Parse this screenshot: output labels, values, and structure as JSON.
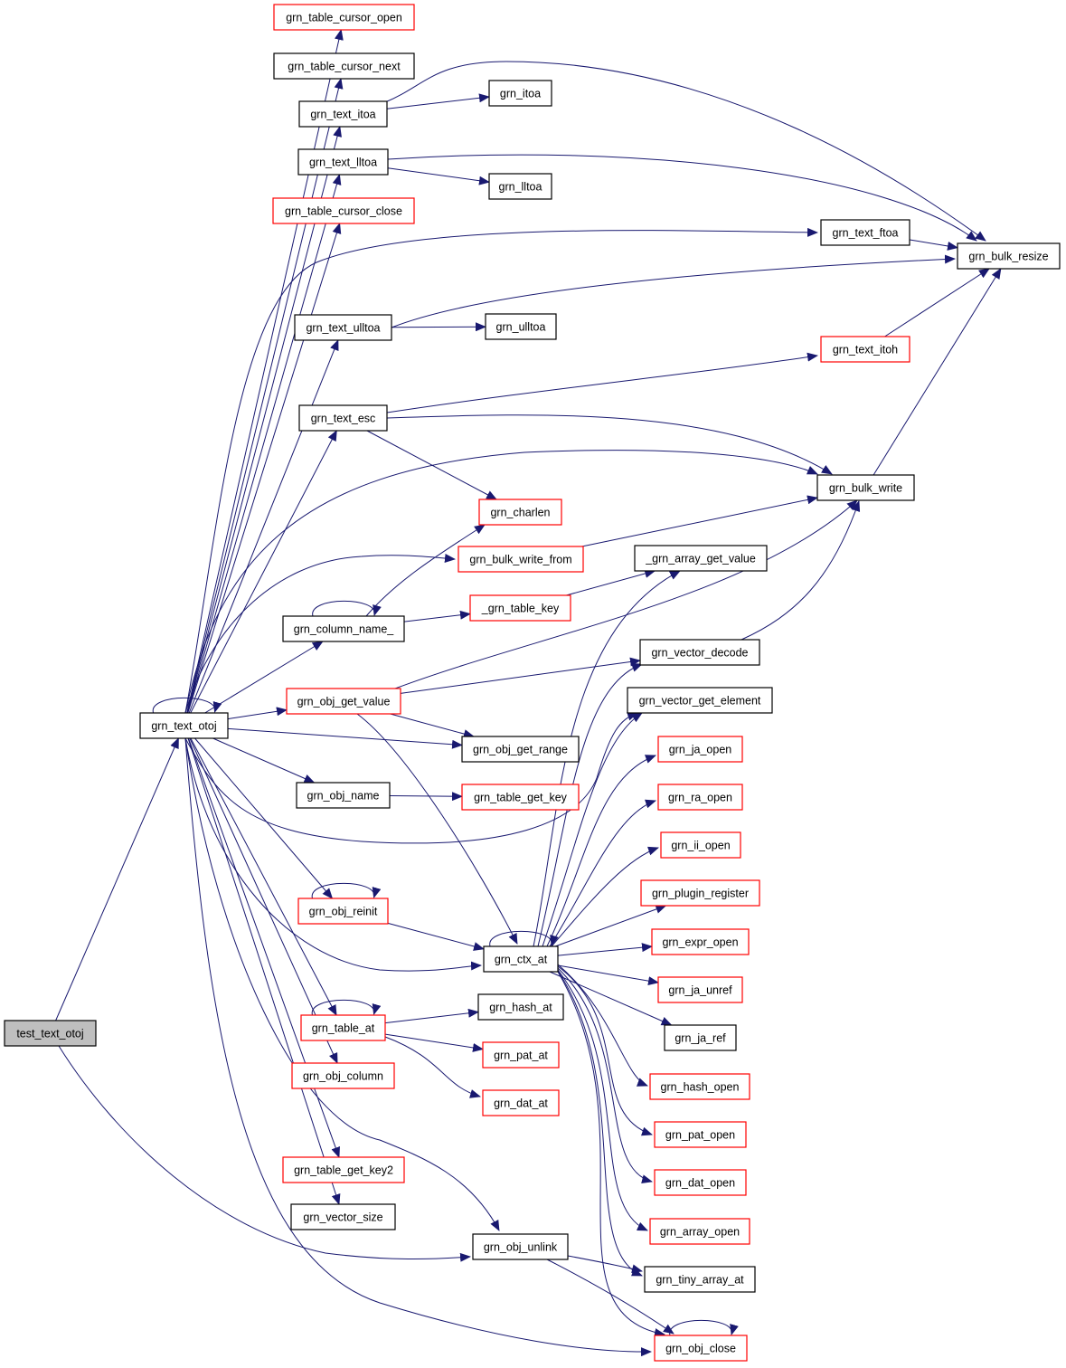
{
  "colors": {
    "edge": "#191970",
    "border_documented": "#000000",
    "border_undocumented": "#ff0000",
    "root_fill": "#bfbfbf",
    "node_fill": "#ffffff"
  },
  "nodes": [
    {
      "id": "test_text_otoj",
      "label": "test_text_otoj",
      "kind": "root"
    },
    {
      "id": "grn_text_otoj",
      "label": "grn_text_otoj",
      "kind": "normal"
    },
    {
      "id": "grn_table_cursor_open",
      "label": "grn_table_cursor_open",
      "kind": "red"
    },
    {
      "id": "grn_table_cursor_next",
      "label": "grn_table_cursor_next",
      "kind": "normal"
    },
    {
      "id": "grn_text_itoa",
      "label": "grn_text_itoa",
      "kind": "normal"
    },
    {
      "id": "grn_itoa",
      "label": "grn_itoa",
      "kind": "normal"
    },
    {
      "id": "grn_text_lltoa",
      "label": "grn_text_lltoa",
      "kind": "normal"
    },
    {
      "id": "grn_lltoa",
      "label": "grn_lltoa",
      "kind": "normal"
    },
    {
      "id": "grn_table_cursor_close",
      "label": "grn_table_cursor_close",
      "kind": "red"
    },
    {
      "id": "grn_text_ftoa",
      "label": "grn_text_ftoa",
      "kind": "normal"
    },
    {
      "id": "grn_bulk_resize",
      "label": "grn_bulk_resize",
      "kind": "normal"
    },
    {
      "id": "grn_text_ulltoa",
      "label": "grn_text_ulltoa",
      "kind": "normal"
    },
    {
      "id": "grn_ulltoa",
      "label": "grn_ulltoa",
      "kind": "normal"
    },
    {
      "id": "grn_text_itoh",
      "label": "grn_text_itoh",
      "kind": "red"
    },
    {
      "id": "grn_text_esc",
      "label": "grn_text_esc",
      "kind": "normal"
    },
    {
      "id": "grn_bulk_write",
      "label": "grn_bulk_write",
      "kind": "normal"
    },
    {
      "id": "grn_charlen",
      "label": "grn_charlen",
      "kind": "red"
    },
    {
      "id": "grn_bulk_write_from",
      "label": "grn_bulk_write_from",
      "kind": "red"
    },
    {
      "id": "_grn_array_get_value",
      "label": "_grn_array_get_value",
      "kind": "normal"
    },
    {
      "id": "grn_column_name_",
      "label": "grn_column_name_",
      "kind": "normal"
    },
    {
      "id": "_grn_table_key",
      "label": "_grn_table_key",
      "kind": "red"
    },
    {
      "id": "grn_vector_decode",
      "label": "grn_vector_decode",
      "kind": "normal"
    },
    {
      "id": "grn_obj_get_value",
      "label": "grn_obj_get_value",
      "kind": "red"
    },
    {
      "id": "grn_vector_get_element",
      "label": "grn_vector_get_element",
      "kind": "normal"
    },
    {
      "id": "grn_obj_get_range",
      "label": "grn_obj_get_range",
      "kind": "normal"
    },
    {
      "id": "grn_ja_open",
      "label": "grn_ja_open",
      "kind": "red"
    },
    {
      "id": "grn_obj_name",
      "label": "grn_obj_name",
      "kind": "normal"
    },
    {
      "id": "grn_table_get_key",
      "label": "grn_table_get_key",
      "kind": "red"
    },
    {
      "id": "grn_ra_open",
      "label": "grn_ra_open",
      "kind": "red"
    },
    {
      "id": "grn_ii_open",
      "label": "grn_ii_open",
      "kind": "red"
    },
    {
      "id": "grn_plugin_register",
      "label": "grn_plugin_register",
      "kind": "red"
    },
    {
      "id": "grn_obj_reinit",
      "label": "grn_obj_reinit",
      "kind": "red"
    },
    {
      "id": "grn_ctx_at",
      "label": "grn_ctx_at",
      "kind": "normal"
    },
    {
      "id": "grn_expr_open",
      "label": "grn_expr_open",
      "kind": "red"
    },
    {
      "id": "grn_ja_unref",
      "label": "grn_ja_unref",
      "kind": "red"
    },
    {
      "id": "grn_hash_at",
      "label": "grn_hash_at",
      "kind": "normal"
    },
    {
      "id": "grn_table_at",
      "label": "grn_table_at",
      "kind": "red"
    },
    {
      "id": "grn_ja_ref",
      "label": "grn_ja_ref",
      "kind": "normal"
    },
    {
      "id": "grn_pat_at",
      "label": "grn_pat_at",
      "kind": "red"
    },
    {
      "id": "grn_obj_column",
      "label": "grn_obj_column",
      "kind": "red"
    },
    {
      "id": "grn_hash_open",
      "label": "grn_hash_open",
      "kind": "red"
    },
    {
      "id": "grn_dat_at",
      "label": "grn_dat_at",
      "kind": "red"
    },
    {
      "id": "grn_pat_open",
      "label": "grn_pat_open",
      "kind": "red"
    },
    {
      "id": "grn_table_get_key2",
      "label": "grn_table_get_key2",
      "kind": "red"
    },
    {
      "id": "grn_dat_open",
      "label": "grn_dat_open",
      "kind": "red"
    },
    {
      "id": "grn_vector_size",
      "label": "grn_vector_size",
      "kind": "normal"
    },
    {
      "id": "grn_array_open",
      "label": "grn_array_open",
      "kind": "red"
    },
    {
      "id": "grn_obj_unlink",
      "label": "grn_obj_unlink",
      "kind": "normal"
    },
    {
      "id": "grn_tiny_array_at",
      "label": "grn_tiny_array_at",
      "kind": "normal"
    },
    {
      "id": "grn_obj_close",
      "label": "grn_obj_close",
      "kind": "red"
    }
  ],
  "edges": [
    [
      "test_text_otoj",
      "grn_text_otoj"
    ],
    [
      "test_text_otoj",
      "grn_obj_unlink"
    ],
    [
      "grn_text_otoj",
      "grn_text_otoj"
    ],
    [
      "grn_text_otoj",
      "grn_table_cursor_open"
    ],
    [
      "grn_text_otoj",
      "grn_table_cursor_next"
    ],
    [
      "grn_text_otoj",
      "grn_text_itoa"
    ],
    [
      "grn_text_otoj",
      "grn_text_lltoa"
    ],
    [
      "grn_text_otoj",
      "grn_table_cursor_close"
    ],
    [
      "grn_text_otoj",
      "grn_text_ftoa"
    ],
    [
      "grn_text_otoj",
      "grn_text_ulltoa"
    ],
    [
      "grn_text_otoj",
      "grn_text_esc"
    ],
    [
      "grn_text_otoj",
      "grn_bulk_write"
    ],
    [
      "grn_text_otoj",
      "grn_bulk_write_from"
    ],
    [
      "grn_text_otoj",
      "grn_column_name_"
    ],
    [
      "grn_text_otoj",
      "grn_obj_get_value"
    ],
    [
      "grn_text_otoj",
      "grn_obj_get_range"
    ],
    [
      "grn_text_otoj",
      "grn_obj_name"
    ],
    [
      "grn_text_otoj",
      "grn_vector_get_element"
    ],
    [
      "grn_text_otoj",
      "grn_obj_reinit"
    ],
    [
      "grn_text_otoj",
      "grn_ctx_at"
    ],
    [
      "grn_text_otoj",
      "grn_table_at"
    ],
    [
      "grn_text_otoj",
      "grn_obj_column"
    ],
    [
      "grn_text_otoj",
      "grn_table_get_key2"
    ],
    [
      "grn_text_otoj",
      "grn_vector_size"
    ],
    [
      "grn_text_otoj",
      "grn_obj_unlink"
    ],
    [
      "grn_text_otoj",
      "grn_obj_close"
    ],
    [
      "grn_text_itoa",
      "grn_itoa"
    ],
    [
      "grn_text_itoa",
      "grn_bulk_resize"
    ],
    [
      "grn_text_lltoa",
      "grn_lltoa"
    ],
    [
      "grn_text_lltoa",
      "grn_bulk_resize"
    ],
    [
      "grn_text_ftoa",
      "grn_bulk_resize"
    ],
    [
      "grn_text_ulltoa",
      "grn_ulltoa"
    ],
    [
      "grn_text_ulltoa",
      "grn_bulk_resize"
    ],
    [
      "grn_text_itoh",
      "grn_bulk_resize"
    ],
    [
      "grn_text_esc",
      "grn_text_itoh"
    ],
    [
      "grn_text_esc",
      "grn_bulk_write"
    ],
    [
      "grn_text_esc",
      "grn_charlen"
    ],
    [
      "grn_bulk_write",
      "grn_bulk_resize"
    ],
    [
      "grn_bulk_write_from",
      "grn_bulk_write"
    ],
    [
      "grn_column_name_",
      "grn_column_name_"
    ],
    [
      "grn_column_name_",
      "grn_charlen"
    ],
    [
      "grn_column_name_",
      "_grn_table_key"
    ],
    [
      "_grn_table_key",
      "_grn_array_get_value"
    ],
    [
      "grn_vector_decode",
      "grn_bulk_write"
    ],
    [
      "grn_obj_get_value",
      "grn_bulk_write"
    ],
    [
      "grn_obj_get_value",
      "grn_vector_decode"
    ],
    [
      "grn_obj_get_value",
      "grn_obj_get_range"
    ],
    [
      "grn_obj_get_value",
      "grn_ctx_at"
    ],
    [
      "grn_obj_name",
      "grn_table_get_key"
    ],
    [
      "grn_obj_reinit",
      "grn_obj_reinit"
    ],
    [
      "grn_obj_reinit",
      "grn_ctx_at"
    ],
    [
      "grn_ctx_at",
      "grn_ctx_at"
    ],
    [
      "grn_ctx_at",
      "_grn_array_get_value"
    ],
    [
      "grn_ctx_at",
      "grn_vector_decode"
    ],
    [
      "grn_ctx_at",
      "grn_vector_get_element"
    ],
    [
      "grn_ctx_at",
      "grn_ja_open"
    ],
    [
      "grn_ctx_at",
      "grn_ra_open"
    ],
    [
      "grn_ctx_at",
      "grn_ii_open"
    ],
    [
      "grn_ctx_at",
      "grn_plugin_register"
    ],
    [
      "grn_ctx_at",
      "grn_expr_open"
    ],
    [
      "grn_ctx_at",
      "grn_ja_unref"
    ],
    [
      "grn_ctx_at",
      "grn_ja_ref"
    ],
    [
      "grn_ctx_at",
      "grn_hash_open"
    ],
    [
      "grn_ctx_at",
      "grn_pat_open"
    ],
    [
      "grn_ctx_at",
      "grn_dat_open"
    ],
    [
      "grn_ctx_at",
      "grn_array_open"
    ],
    [
      "grn_ctx_at",
      "grn_tiny_array_at"
    ],
    [
      "grn_ctx_at",
      "grn_obj_close"
    ],
    [
      "grn_table_at",
      "grn_table_at"
    ],
    [
      "grn_table_at",
      "grn_hash_at"
    ],
    [
      "grn_table_at",
      "grn_pat_at"
    ],
    [
      "grn_table_at",
      "grn_dat_at"
    ],
    [
      "grn_obj_unlink",
      "grn_tiny_array_at"
    ],
    [
      "grn_obj_unlink",
      "grn_obj_close"
    ],
    [
      "grn_obj_close",
      "grn_obj_close"
    ]
  ]
}
